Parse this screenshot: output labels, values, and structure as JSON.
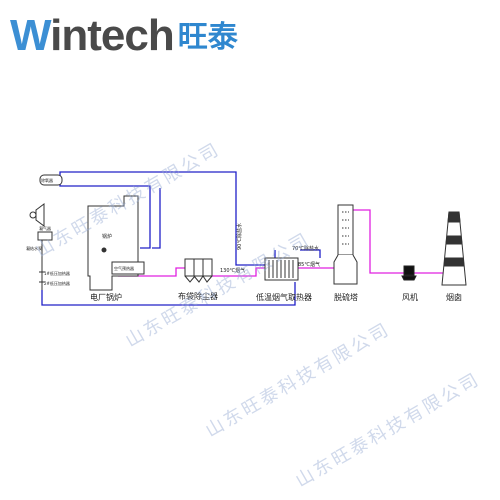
{
  "logo": {
    "brand_en": "Wintech",
    "brand_cn": "旺泰"
  },
  "labels": {
    "boiler": "电厂锅炉",
    "boiler_inner": "锅炉",
    "air_preheater": "空气预热器",
    "bag_filter": "布袋除尘器",
    "heat_exchanger": "低温烟气取热器",
    "desulfurizer": "脱硫塔",
    "fan": "风机",
    "chimney": "烟囱",
    "deaerator": "除氧器",
    "condenser": "凝气器",
    "feed_pump": "凝结水泵",
    "low_heater_1": "1#低压加热器",
    "low_heater_2": "2#低压加热器",
    "flue_130": "130℃烟气",
    "flue_85": "85℃烟气",
    "water_90": "90℃除盐水",
    "water_70": "70℃除盐水"
  },
  "colors": {
    "water": "#2020c8",
    "flue": "#e020e0",
    "equipment": "#333333"
  },
  "watermarks": [
    "山东旺泰科技有限公司",
    "山东旺泰科技有限公司",
    "山东旺泰科技有限公司",
    "山东旺泰科技有限公司"
  ]
}
